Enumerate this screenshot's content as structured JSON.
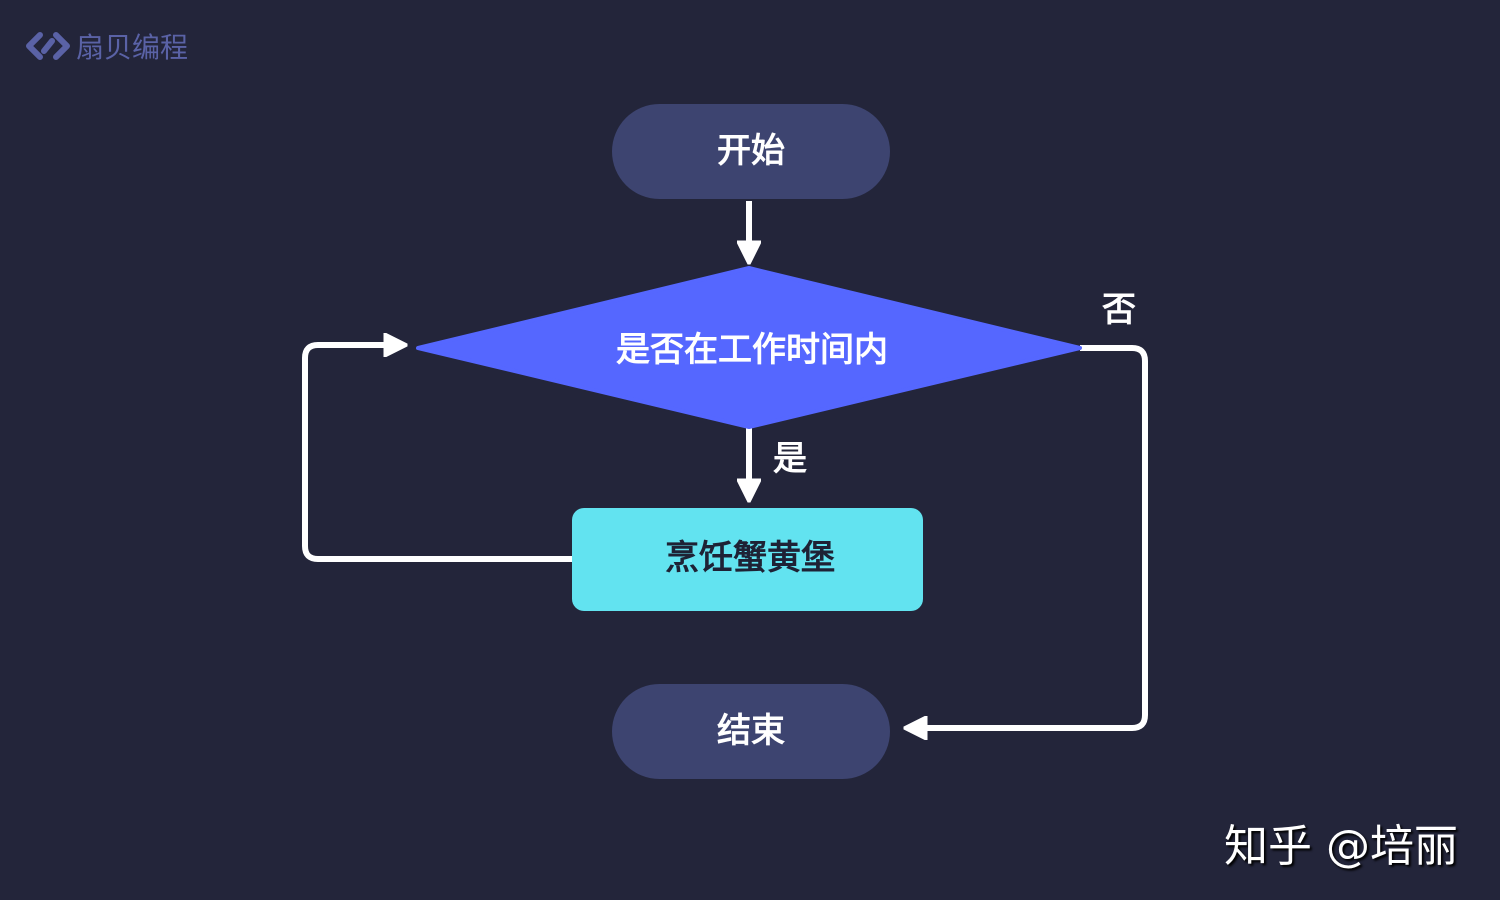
{
  "brand": {
    "logo_text": "扇贝编程"
  },
  "watermark": "知乎 @培丽",
  "nodes": {
    "start": "开始",
    "decision": "是否在工作时间内",
    "process": "烹饪蟹黄堡",
    "end": "结束"
  },
  "edges": {
    "yes": "是",
    "no": "否"
  },
  "colors": {
    "background": "#23253a",
    "terminal": "#3d4470",
    "decision": "#5567ff",
    "process": "#62e3f0",
    "arrow": "#ffffff"
  }
}
